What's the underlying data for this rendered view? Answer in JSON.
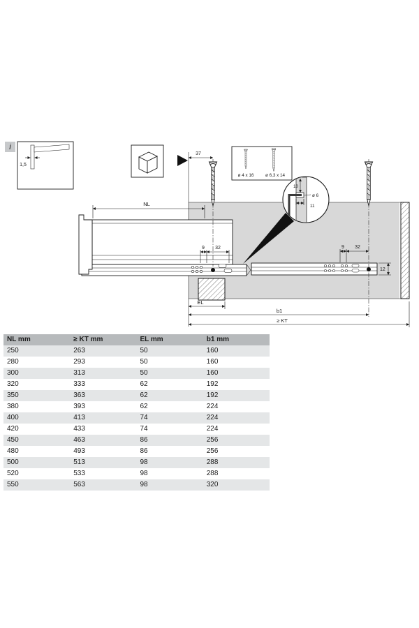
{
  "info_badge": "i",
  "colors": {
    "panel_gray": "#d8d8d8",
    "table_header_gray": "#b7babc",
    "table_zebra_gray": "#e4e6e7",
    "badge_gray": "#c7c9cb",
    "line_color": "#1a1a1a"
  },
  "diagram": {
    "labels": {
      "thickness": "1,5",
      "dim_37": "37",
      "screw_small": "ø 4 x 16",
      "screw_large": "ø 6,3 x 14",
      "detail_offset": "10",
      "detail_diameter": "ø 6",
      "detail_depth": "11",
      "nl": "NL",
      "hole_offset_left": "9",
      "hole_pitch_left": "32",
      "hole_offset_right": "9",
      "hole_pitch_right": "32",
      "rail_height": "12",
      "el": "EL",
      "b1": "b1",
      "kt": "≥ KT"
    }
  },
  "table": {
    "headers": [
      "NL mm",
      "≥ KT mm",
      "EL mm",
      "b1 mm"
    ],
    "rows": [
      [
        "250",
        "263",
        "50",
        "160"
      ],
      [
        "280",
        "293",
        "50",
        "160"
      ],
      [
        "300",
        "313",
        "50",
        "160"
      ],
      [
        "320",
        "333",
        "62",
        "192"
      ],
      [
        "350",
        "363",
        "62",
        "192"
      ],
      [
        "380",
        "393",
        "62",
        "224"
      ],
      [
        "400",
        "413",
        "74",
        "224"
      ],
      [
        "420",
        "433",
        "74",
        "224"
      ],
      [
        "450",
        "463",
        "86",
        "256"
      ],
      [
        "480",
        "493",
        "86",
        "256"
      ],
      [
        "500",
        "513",
        "98",
        "288"
      ],
      [
        "520",
        "533",
        "98",
        "288"
      ],
      [
        "550",
        "563",
        "98",
        "320"
      ]
    ]
  }
}
